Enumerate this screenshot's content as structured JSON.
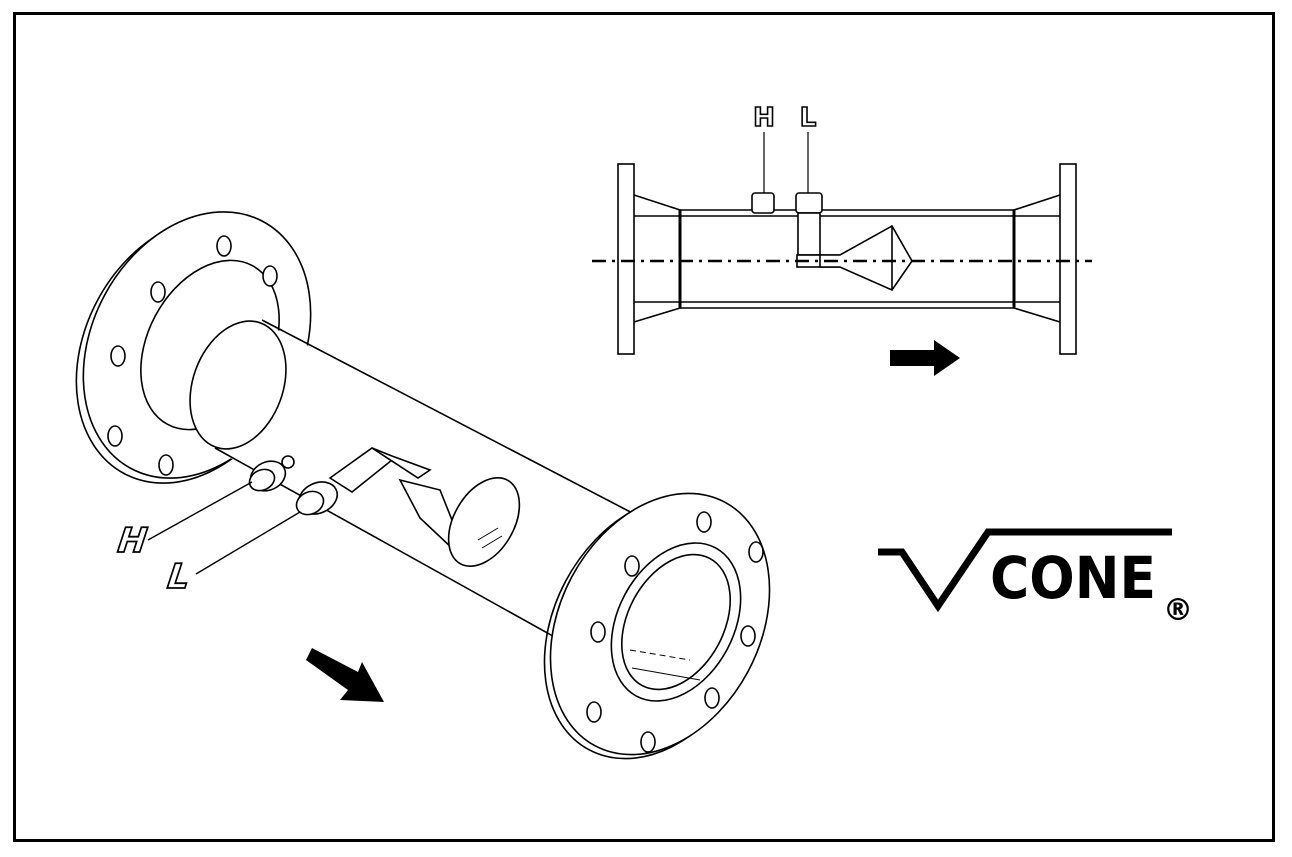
{
  "top_view": {
    "high_tap_label": "H",
    "low_tap_label": "L"
  },
  "iso_view": {
    "high_tap_label": "H",
    "low_tap_label": "L"
  },
  "logo": {
    "text": "CONE",
    "registered_mark": "®"
  },
  "colors": {
    "line": "#000000",
    "background": "#ffffff"
  }
}
